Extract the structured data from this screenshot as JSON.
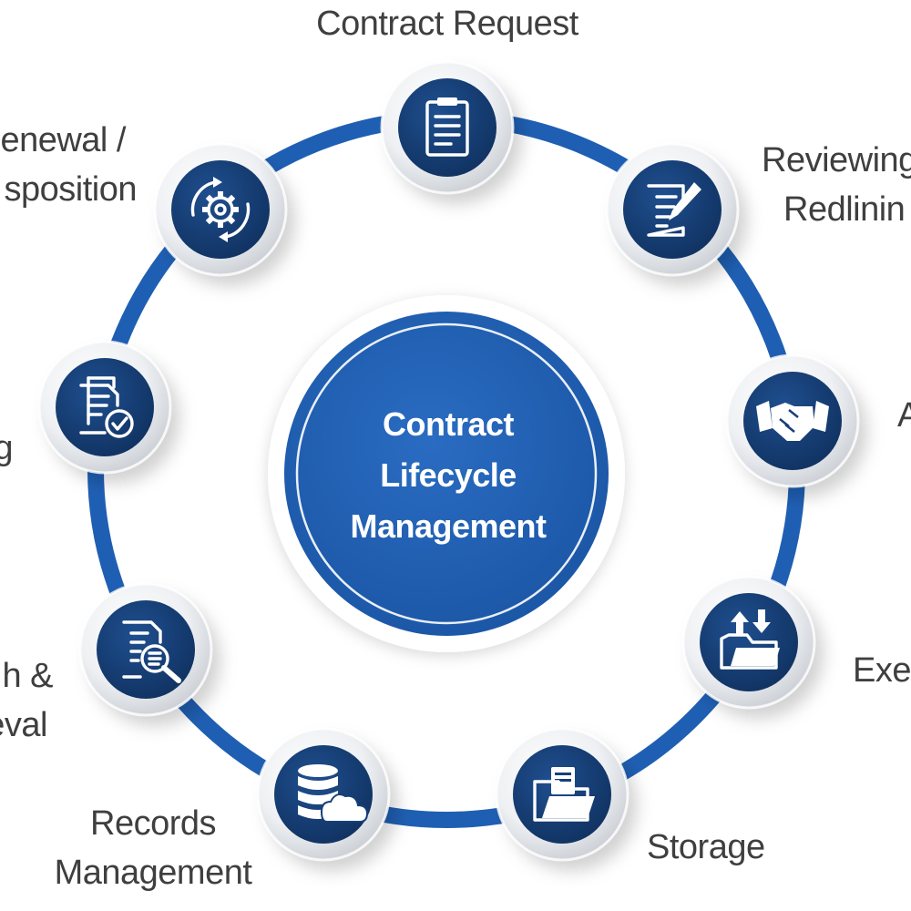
{
  "center": {
    "lines": [
      "Contract",
      "Lifecycle",
      "Management"
    ]
  },
  "stages": [
    {
      "id": "contract-request",
      "label_lines": [
        "Contract Request"
      ],
      "icon": "clipboard-document-icon"
    },
    {
      "id": "reviewing-redlining",
      "label_lines": [
        "Reviewing",
        "Redlinin"
      ],
      "icon": "document-pen-icon"
    },
    {
      "id": "approval",
      "label_lines": [
        "A"
      ],
      "icon": "handshake-icon"
    },
    {
      "id": "execution",
      "label_lines": [
        "Exec"
      ],
      "icon": "folder-upload-download-icon"
    },
    {
      "id": "storage",
      "label_lines": [
        "Storage"
      ],
      "icon": "folder-documents-icon"
    },
    {
      "id": "records-management",
      "label_lines": [
        "Records",
        "Management"
      ],
      "icon": "database-cloud-icon"
    },
    {
      "id": "search-retrieval",
      "label_lines": [
        "h &",
        "eval"
      ],
      "icon": "document-search-icon"
    },
    {
      "id": "tracking",
      "label_lines": [
        "g"
      ],
      "icon": "documents-check-icon"
    },
    {
      "id": "renewal-disposition",
      "label_lines": [
        "enewal /",
        "sposition"
      ],
      "icon": "gear-cycle-icon"
    }
  ],
  "colors": {
    "ring": "#1f5fb3",
    "node": "#163f77",
    "center_fill": "#1f5fb3",
    "label": "#3f3f3f"
  }
}
